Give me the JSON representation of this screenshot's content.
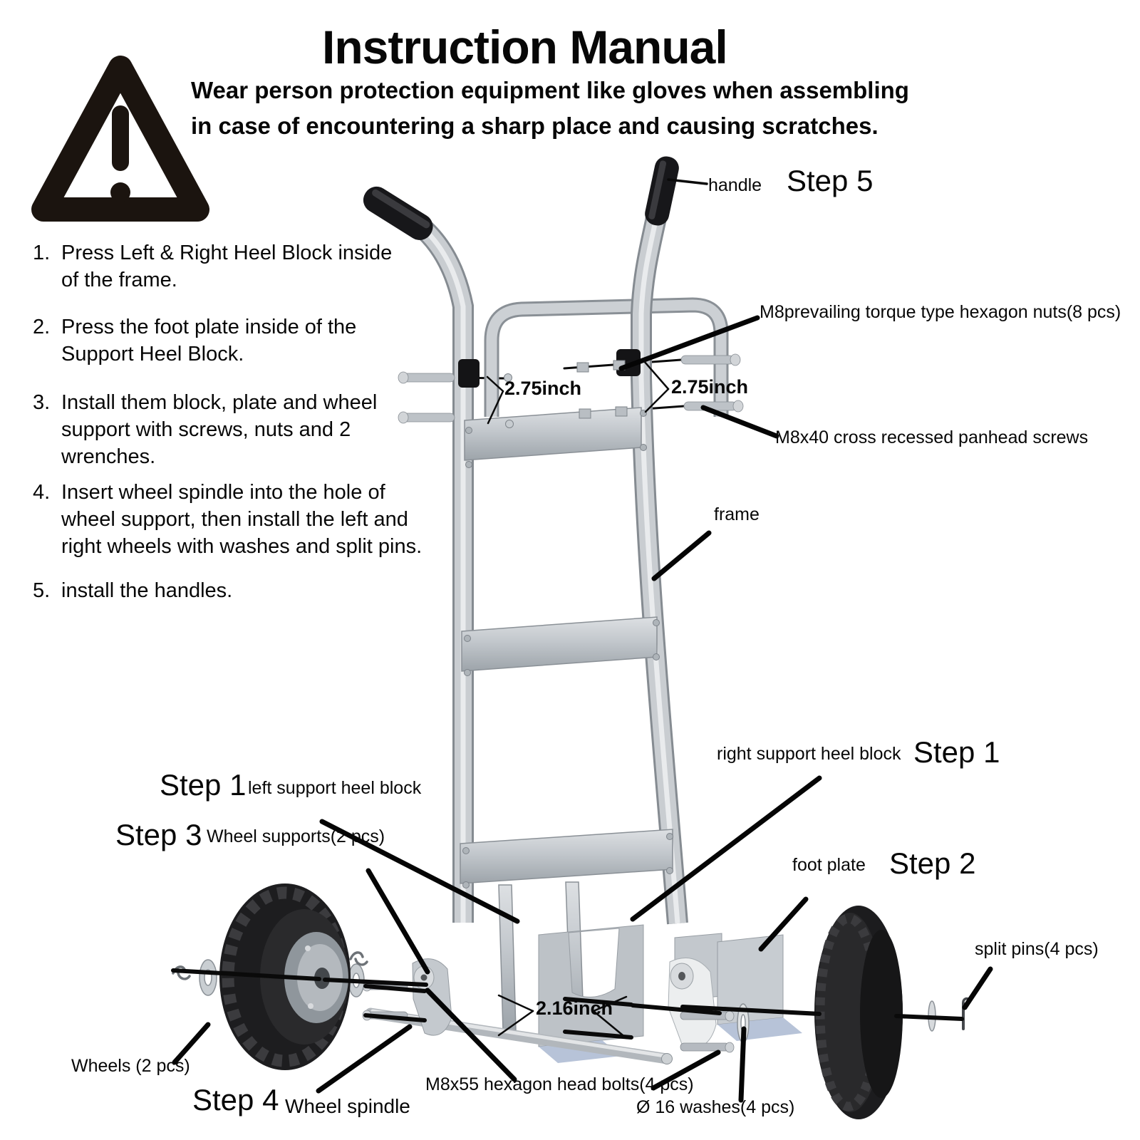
{
  "header": {
    "title": "Instruction Manual",
    "warning_icon": "warning-triangle",
    "warning_lines": [
      "Wear person protection equipment like gloves when assembling",
      "in case of encountering a sharp place and causing scratches."
    ]
  },
  "instructions": [
    {
      "num": "1.",
      "lines": [
        "Press Left & Right Heel Block inside",
        "of the frame."
      ]
    },
    {
      "num": "2.",
      "lines": [
        "Press the foot plate inside of the",
        "Support Heel Block."
      ]
    },
    {
      "num": "3.",
      "lines": [
        "Install them block, plate and wheel",
        "support with screws, nuts and 2",
        "wrenches."
      ]
    },
    {
      "num": "4.",
      "lines": [
        "Insert wheel spindle into the hole of",
        "wheel support, then install the left and",
        "right wheels with washes and split pins."
      ]
    },
    {
      "num": "5.",
      "lines": [
        "install the handles."
      ]
    }
  ],
  "diagram_labels": {
    "handle": "handle",
    "step5": "Step 5",
    "hex_nuts": "M8prevailing torque type hexagon nuts(8 pcs)",
    "dim_275_left": "2.75inch",
    "dim_275_right": "2.75inch",
    "panhead_screws": "M8x40 cross recessed panhead screws",
    "frame": "frame",
    "right_heel_block": "right support heel block",
    "step1_right": "Step 1",
    "step1_left": "Step 1",
    "left_heel_block": "left support heel block",
    "step3": "Step 3",
    "wheel_supports": "Wheel supports(2 pcs)",
    "foot_plate": "foot plate",
    "step2": "Step 2",
    "split_pins": "split pins(4 pcs)",
    "dim_216": "2.16inch",
    "wheels": "Wheels (2 pcs)",
    "step4": "Step 4",
    "wheel_spindle": "Wheel spindle",
    "hex_bolts": "M8x55 hexagon head bolts(4 pcs)",
    "washers": "Ø  16 washes(4 pcs)"
  },
  "colors": {
    "text": "#070707",
    "metal": "#c9cdd1",
    "tire": "#1d1d1f",
    "shadow_blue": "#b7c3d8"
  }
}
